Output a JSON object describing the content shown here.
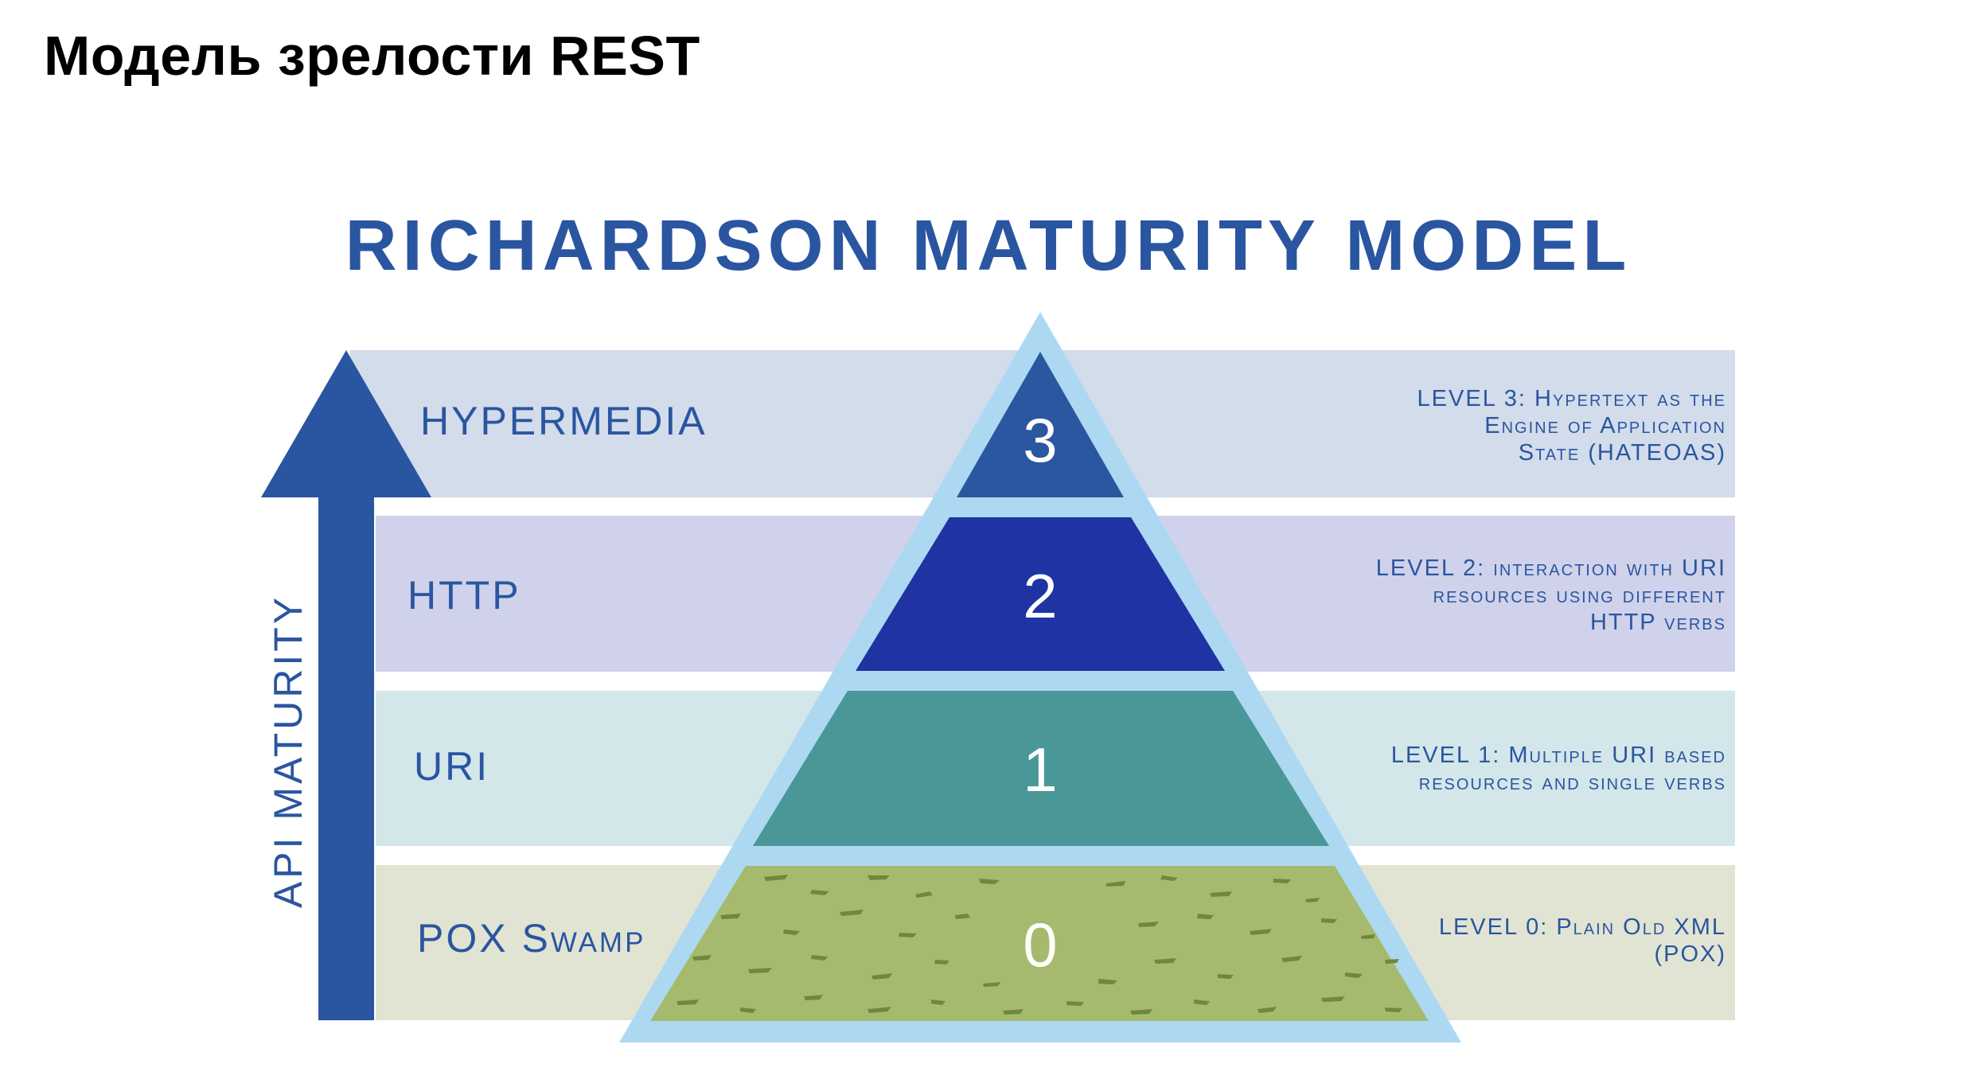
{
  "slide_title": "Модель зрелости REST",
  "diagram_title": "RICHARDSON MATURITY MODEL",
  "axis_label": "API MATURITY",
  "levels": [
    {
      "number": "3",
      "name": "HYPERMEDIA",
      "description": "LEVEL 3: Hypertext as the\nEngine of Application\nState (HATEOAS)"
    },
    {
      "number": "2",
      "name": "HTTP",
      "description": "LEVEL 2: interaction with URI\nresources using different\nHTTP verbs"
    },
    {
      "number": "1",
      "name": "URI",
      "description": "LEVEL 1: Multiple URI based\nresources and single verbs"
    },
    {
      "number": "0",
      "name": "POX Swamp",
      "description": "LEVEL 0: Plain Old XML\n(POX)"
    }
  ],
  "colors": {
    "title_blue": "#2a55a0",
    "band_3": "#d2dcea",
    "band_2": "#cfd2ea",
    "band_1": "#d3e6e9",
    "band_0": "#e1e4d3",
    "pyramid_outline": "#add8f2",
    "level_3_fill": "#2b56a0",
    "level_2_fill": "#1f33a3",
    "level_1_fill": "#4a9797",
    "level_0_fill": "#a6ba6d",
    "swamp_texture": "#6f883e",
    "arrow": "#2a55a0"
  }
}
